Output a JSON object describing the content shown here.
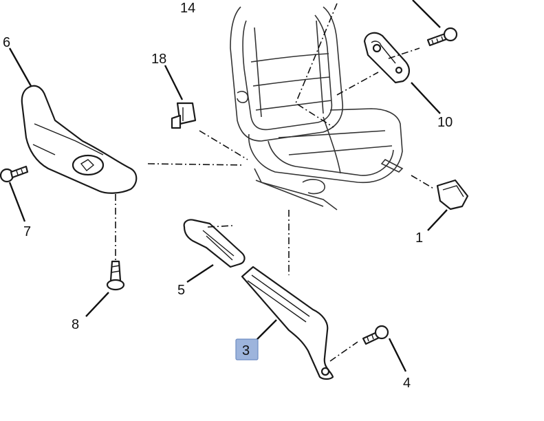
{
  "callouts": {
    "c14": "14",
    "c6": "6",
    "c18": "18",
    "c10": "10",
    "c7": "7",
    "c1": "1",
    "c5": "5",
    "c8": "8",
    "c3": "3",
    "c4": "4"
  },
  "colors": {
    "line": "#1a1a1a",
    "highlight": "#9db4dc",
    "background": "#ffffff"
  },
  "highlighted_callout": "3"
}
